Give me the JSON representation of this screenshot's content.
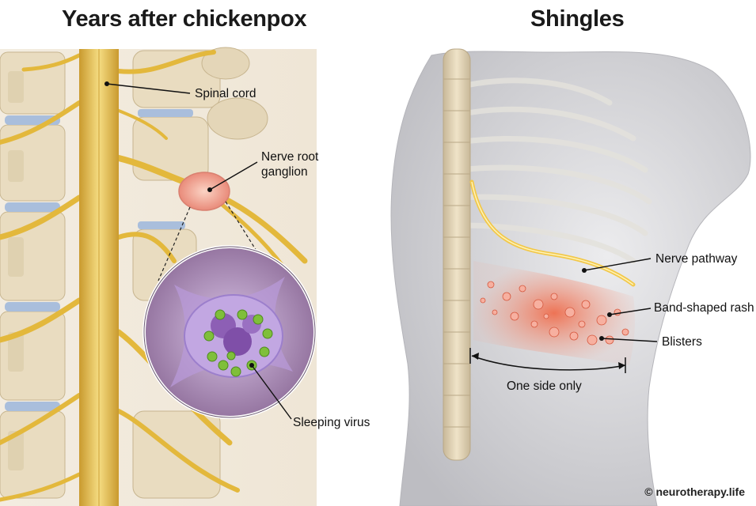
{
  "titles": {
    "left": "Years after chickenpox",
    "right": "Shingles"
  },
  "labels": {
    "spinal_cord": "Spinal cord",
    "ganglion_line1": "Nerve root",
    "ganglion_line2": "ganglion",
    "sleeping_virus": "Sleeping virus",
    "nerve_pathway": "Nerve pathway",
    "band_rash": "Band-shaped rash",
    "blisters": "Blisters",
    "one_side": "One side only"
  },
  "credit": "© neurotherapy.life",
  "colors": {
    "nerve": "#e8c24a",
    "cord": "#e3c15a",
    "bone": "#e9dcc0",
    "disc": "#a9bedc",
    "ganglion": "#f2a79a",
    "virus": "#7fbf3a",
    "cell": "#a98fd0",
    "rash": "#e8664a",
    "skin": "#d7d7d9"
  }
}
